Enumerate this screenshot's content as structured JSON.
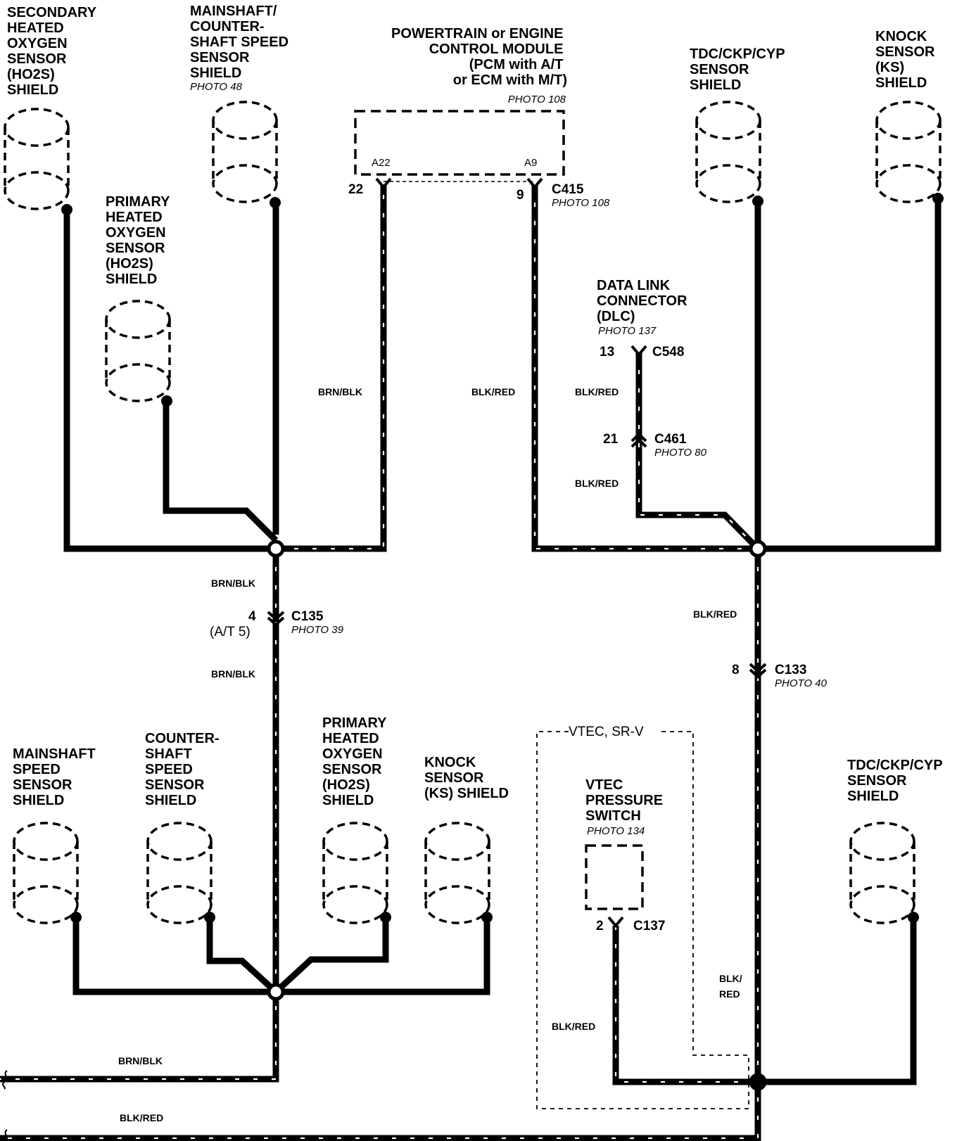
{
  "labels": {
    "secondary_ho2s": [
      "SECONDARY",
      "HEATED",
      "OXYGEN",
      "SENSOR",
      "(HO2S)",
      "SHIELD"
    ],
    "mainshaft_counter_top": [
      "MAINSHAFT/",
      "COUNTER-",
      "SHAFT SPEED",
      "SENSOR",
      "SHIELD"
    ],
    "mainshaft_counter_top_photo": "PHOTO 48",
    "pcm": [
      "POWERTRAIN or ENGINE",
      "CONTROL MODULE",
      "(PCM with A/T",
      "or ECM with M/T)"
    ],
    "pcm_photo": "PHOTO 108",
    "tdc_top": [
      "TDC/CKP/CYP",
      "SENSOR",
      "SHIELD"
    ],
    "knock_top": [
      "KNOCK",
      "SENSOR",
      "(KS)",
      "SHIELD"
    ],
    "primary_ho2s_top": [
      "PRIMARY",
      "HEATED",
      "OXYGEN",
      "SENSOR",
      "(HO2S)",
      "SHIELD"
    ],
    "dlc": [
      "DATA LINK",
      "CONNECTOR",
      "(DLC)"
    ],
    "dlc_photo": "PHOTO 137",
    "mainshaft_bottom": [
      "MAINSHAFT",
      "SPEED",
      "SENSOR",
      "SHIELD"
    ],
    "countershaft_bottom": [
      "COUNTER-",
      "SHAFT",
      "SPEED",
      "SENSOR",
      "SHIELD"
    ],
    "primary_ho2s_bottom": [
      "PRIMARY",
      "HEATED",
      "OXYGEN",
      "SENSOR",
      "(HO2S)",
      "SHIELD"
    ],
    "knock_bottom": [
      "KNOCK",
      "SENSOR",
      "(KS) SHIELD"
    ],
    "vtec_group": "VTEC, SR-V",
    "vtec_switch": [
      "VTEC",
      "PRESSURE",
      "SWITCH"
    ],
    "vtec_photo": "PHOTO 134",
    "tdc_bottom": [
      "TDC/CKP/CYP",
      "SENSOR",
      "SHIELD"
    ]
  },
  "pins": {
    "pcm_a22": "A22",
    "pcm_a9": "A9",
    "p22": "22",
    "p9": "9",
    "p13": "13",
    "p21": "21",
    "p4": "4",
    "p4_alt": "(A/T 5)",
    "p8": "8",
    "p2": "2"
  },
  "connectors": {
    "c415": "C415",
    "c415_photo": "PHOTO 108",
    "c548": "C548",
    "c461": "C461",
    "c461_photo": "PHOTO 80",
    "c135": "C135",
    "c135_photo": "PHOTO 39",
    "c133": "C133",
    "c133_photo": "PHOTO 40",
    "c137": "C137"
  },
  "wires": {
    "w_brn_pcm": "BRN/BLK",
    "w_blk_pcm": "BLK/RED",
    "w_dlc_upper": "BLK/RED",
    "w_dlc_lower": "BLK/RED",
    "w_brn_mid": "BRN/BLK",
    "w_brn_low": "BRN/BLK",
    "w_blk_mid": "BLK/RED",
    "w_blk_right1": "BLK/",
    "w_blk_right2": "RED",
    "w_vtec": "BLK/RED",
    "w_brn_bottom": "BRN/BLK",
    "w_blk_bottom": "BLK/RED"
  }
}
